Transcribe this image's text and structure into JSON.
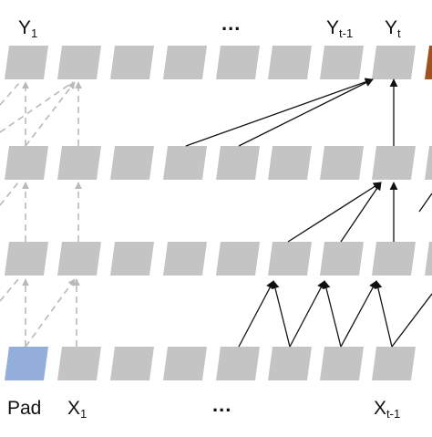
{
  "labels": {
    "top": [
      {
        "main": "Y",
        "sub": "1"
      },
      {
        "main": "Y",
        "sub": "t-1"
      },
      {
        "main": "Y",
        "sub": "t"
      }
    ],
    "bottom": [
      {
        "main": "Pad",
        "sub": ""
      },
      {
        "main": "X",
        "sub": "1"
      },
      {
        "main": "X",
        "sub": "t-1"
      }
    ],
    "ellipsis_top": "...",
    "ellipsis_bottom": "..."
  },
  "colors": {
    "cell": "#c4c4c4",
    "pad_cell": "#94aedb",
    "output_cell": "#a0521e",
    "solid_arrow": "#111111",
    "dashed_arrow": "#b9b9b9"
  }
}
